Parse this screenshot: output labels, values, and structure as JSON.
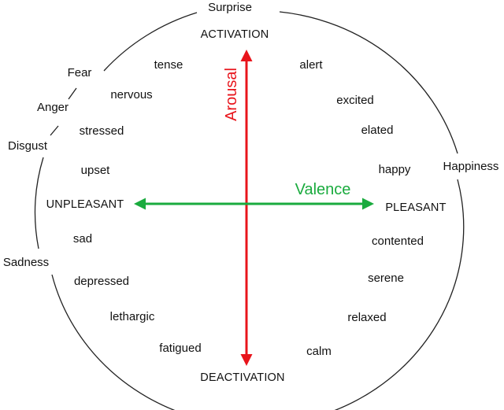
{
  "axes": {
    "arousal": {
      "label": "Arousal",
      "top": "ACTIVATION",
      "bottom": "DEACTIVATION",
      "color": "#e8141b"
    },
    "valence": {
      "label": "Valence",
      "left": "UNPLEASANT",
      "right": "PLEASANT",
      "color": "#1aab3e"
    }
  },
  "basic_emotions": {
    "surprise": "Surprise",
    "fear": "Fear",
    "anger": "Anger",
    "disgust": "Disgust",
    "happiness": "Happiness",
    "sadness": "Sadness"
  },
  "affect_terms": {
    "tense": "tense",
    "nervous": "nervous",
    "stressed": "stressed",
    "upset": "upset",
    "sad": "sad",
    "depressed": "depressed",
    "lethargic": "lethargic",
    "fatigued": "fatigued",
    "alert": "alert",
    "excited": "excited",
    "elated": "elated",
    "happy": "happy",
    "contented": "contented",
    "serene": "serene",
    "relaxed": "relaxed",
    "calm": "calm"
  }
}
